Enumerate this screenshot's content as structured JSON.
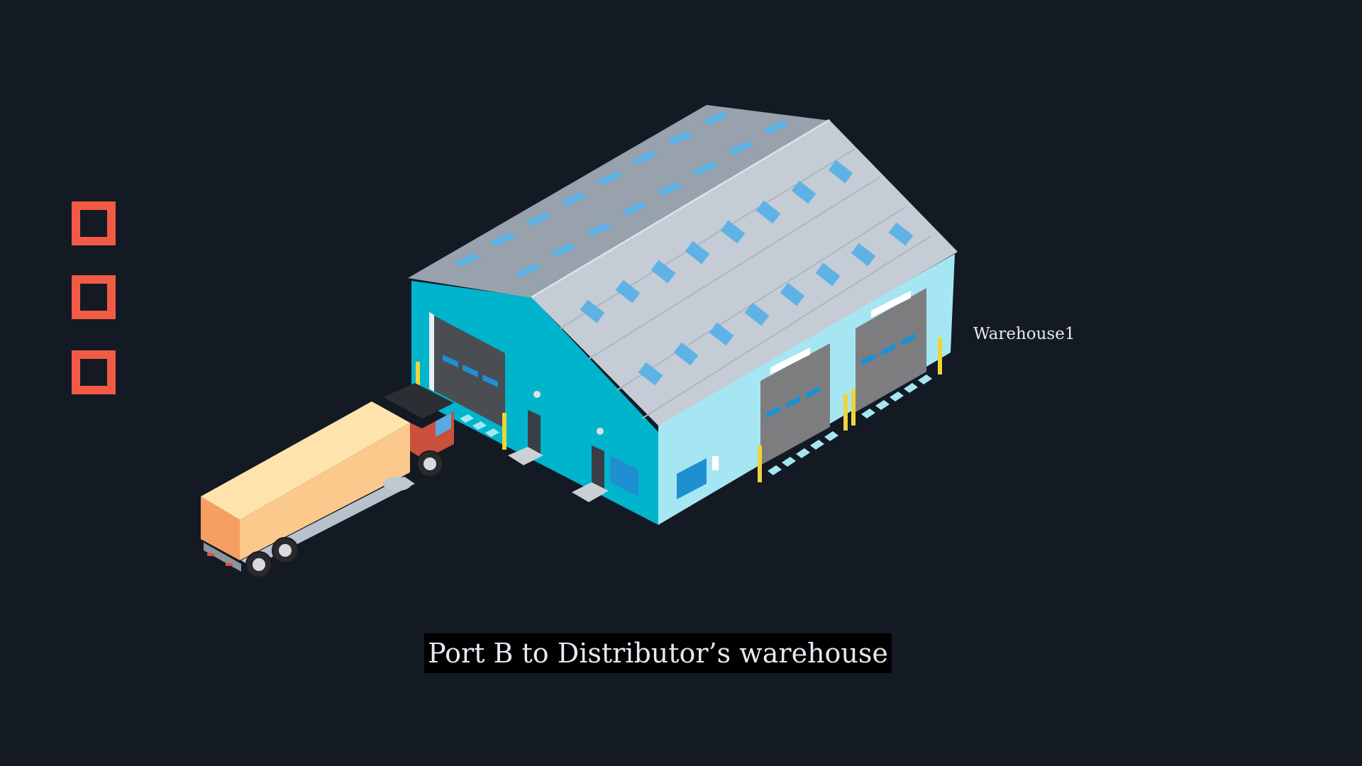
{
  "steps": {
    "items": [
      {
        "id": "step-1",
        "icon": "square-outline-icon"
      },
      {
        "id": "step-2",
        "icon": "square-outline-icon"
      },
      {
        "id": "step-3",
        "icon": "square-outline-icon"
      }
    ],
    "accent_color": "#f25a45"
  },
  "scene": {
    "warehouse_label": "Warehouse1",
    "caption": "Port B to Distributor’s warehouse"
  },
  "colors": {
    "background": "#131a24",
    "wall_front": "#00b4cc",
    "wall_side": "#a6e6f3",
    "roof": "#c5ccd5",
    "skylight": "#5fb2e6",
    "truck_cargo": "#fbc98b",
    "truck_cab": "#c8503c",
    "bollard": "#f0d43c"
  }
}
